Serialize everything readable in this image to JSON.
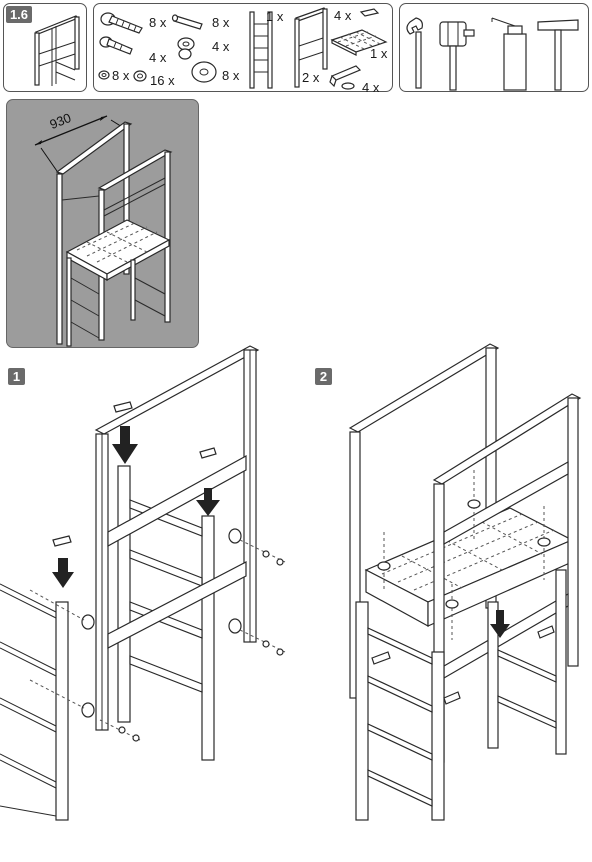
{
  "header": {
    "section_badge": "1.6"
  },
  "parts": {
    "qty_bolt_long": "8 x",
    "qty_bolt_short": "4 x",
    "qty_nut": "8 x",
    "qty_washer_small": "16 x",
    "qty_washer_large": "8 x",
    "qty_pin": "8 x",
    "qty_lock_nut": "4 x",
    "qty_ladder": "1 x",
    "qty_caps": "4 x",
    "qty_grating": "1 x",
    "qty_brackets": "2 x",
    "qty_clips": "4 x"
  },
  "overview": {
    "dimension_label": "930"
  },
  "steps": [
    {
      "number": "1"
    },
    {
      "number": "2"
    }
  ]
}
